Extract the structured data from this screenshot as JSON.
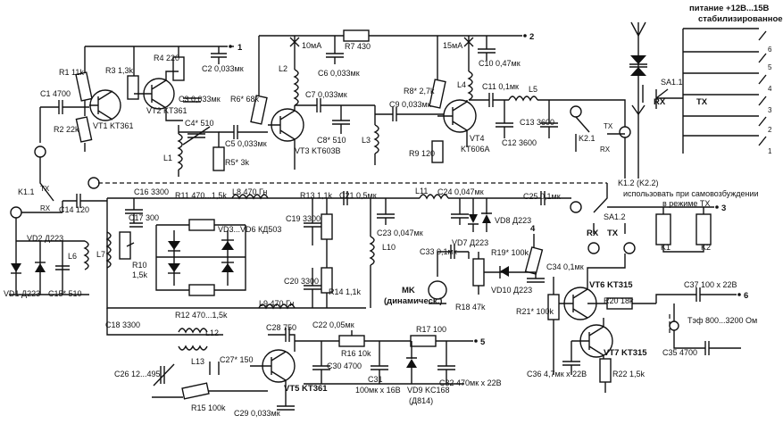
{
  "labels": {
    "r1": "R1 11k",
    "r3": "R3 1,3k",
    "r4": "R4 220",
    "c2": "C2 0,033мк",
    "c1": "C1 4700",
    "vt1": "VT1 KT361",
    "vt2": "VT2 KT361",
    "c3": "C3 0,033мк",
    "r2": "R2 22k",
    "c4": "C4* 510",
    "c5": "C5 0,033мк",
    "r5": "R5* 3k",
    "l1": "L1",
    "ma10": "10мА",
    "r7": "R7 430",
    "c6": "C6 0,033мк",
    "r6": "R6* 68k",
    "l2": "L2",
    "c7": "C7 0,033мк",
    "c8": "C8* 510",
    "vt3": "VT3 KT603B",
    "l3": "L3",
    "ma15": "15мА",
    "c10": "C10 0,47мк",
    "r8": "R8* 2,7k",
    "c9": "C9 0,033мк",
    "l4": "L4",
    "c11": "C11 0,1мк",
    "l5": "L5",
    "vt4": "VT4",
    "vt4b": "KT606A",
    "r9": "R9 120",
    "c12": "C12 3600",
    "c13": "C13 3600",
    "k21": "K2.1",
    "power1": "питание +12B...15B",
    "power2": "стабилизированное",
    "sa11": "SA1.1",
    "rx": "RX",
    "tx": "TX",
    "k11": "K1.1",
    "c14": "C14 120",
    "k12": "K1.2 (K2.2)",
    "note1": "использовать при самовозбуждении",
    "note2": "в режиме TX",
    "c16": "C16 3300",
    "c17": "C17 300",
    "r11": "R11 470...1,5k",
    "l8": "L8 470 Гн",
    "r13": "R13 1,1k",
    "c21": "C21 0,5мк",
    "l11": "L11",
    "c24": "C24 0,047мк",
    "c25": "C25 0,1мк",
    "sa12": "SA1.2",
    "vd2": "VD2 Д223",
    "vd36": "VD3...VD6 КД503",
    "c19": "C19 3300",
    "c23": "C23 0,047мк",
    "vd8": "VD8 Д223",
    "vd7": "VD7 Д223",
    "l6": "L6",
    "l7": "L7",
    "r10": "R10",
    "r10b": "1,5k",
    "l10": "L10",
    "c33": "C33 0,1мк",
    "r19": "R19* 100k",
    "k1": "K1",
    "k2": "K2",
    "vd1": "VD1 Д223",
    "c15": "C15* 510",
    "c20": "C20 3300",
    "r14": "R14 1,1k",
    "c34": "C34 0,1мк",
    "vt6": "VT6 KT315",
    "c37": "C37 100 x 22B",
    "mk1": "MK",
    "mk2": "(динамическ.)",
    "vd10": "VD10 Д223",
    "r18": "R18 47k",
    "r20": "R20 18k",
    "c18": "C18 3300",
    "r12": "R12 470...1,5k",
    "l9": "L9 470 Гн",
    "c22": "C22 0,05мк",
    "r21": "R21* 100k",
    "tph": "Tэф 800...3200 Ом",
    "c28": "C28 750",
    "l12": "L12",
    "r16": "R16 10k",
    "r17": "R17 100",
    "l13": "L13",
    "c27": "C27* 150",
    "vt7": "VT7 KT315",
    "c35": "C35 4700",
    "c26": "C26 12...495",
    "c30": "C30 4700",
    "c31": "C31",
    "c31b": "100мк x 16B",
    "vd9": "VD9 KC168",
    "vd9b": "(Д814)",
    "c32": "C32 470мк x 22B",
    "c36": "C36 4,7мк x 22B",
    "r22": "R22 1,5k",
    "vt5": "VT5 KT361",
    "r15": "R15 100k",
    "c29": "C29 0,033мк"
  },
  "terminals": {
    "t1": "1",
    "t2": "2",
    "t3": "3",
    "t4": "4",
    "t5": "5",
    "t6": "6"
  },
  "connector_pins": [
    "6",
    "5",
    "4",
    "3",
    "2",
    "1"
  ]
}
